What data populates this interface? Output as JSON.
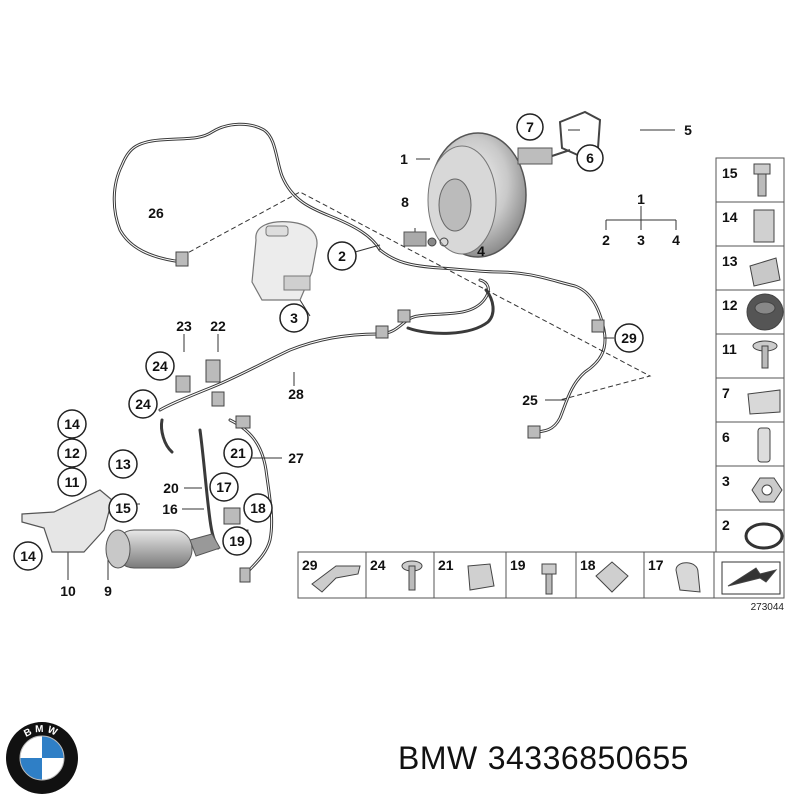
{
  "callouts": {
    "c1": "1",
    "c2": "2",
    "c3": "3",
    "c4": "4",
    "c5": "5",
    "c6": "6",
    "c7": "7",
    "c8": "8",
    "c9": "9",
    "c10": "10",
    "c11": "11",
    "c12": "12",
    "c13": "13",
    "c14a": "14",
    "c14b": "14",
    "c15": "15",
    "c16": "16",
    "c17": "17",
    "c18": "18",
    "c19": "19",
    "c20": "20",
    "c21": "21",
    "c22": "22",
    "c23": "23",
    "c24a": "24",
    "c24b": "24",
    "c25": "25",
    "c26": "26",
    "c27": "27",
    "c28": "28",
    "c29": "29"
  },
  "tree": {
    "parent": "1",
    "children": [
      "2",
      "3",
      "4"
    ]
  },
  "side_parts": [
    "15",
    "14",
    "13",
    "12",
    "11",
    "7",
    "6",
    "3",
    "2"
  ],
  "bottom_parts": [
    "29",
    "24",
    "21",
    "19",
    "18",
    "17"
  ],
  "diagram_ref": "273044",
  "caption": {
    "brand": "BMW",
    "part_number": "34336850655"
  },
  "logo": {
    "letters": "BMW",
    "colors": {
      "blue": "#2f7fc6",
      "white": "#ffffff",
      "ring": "#111111"
    }
  }
}
